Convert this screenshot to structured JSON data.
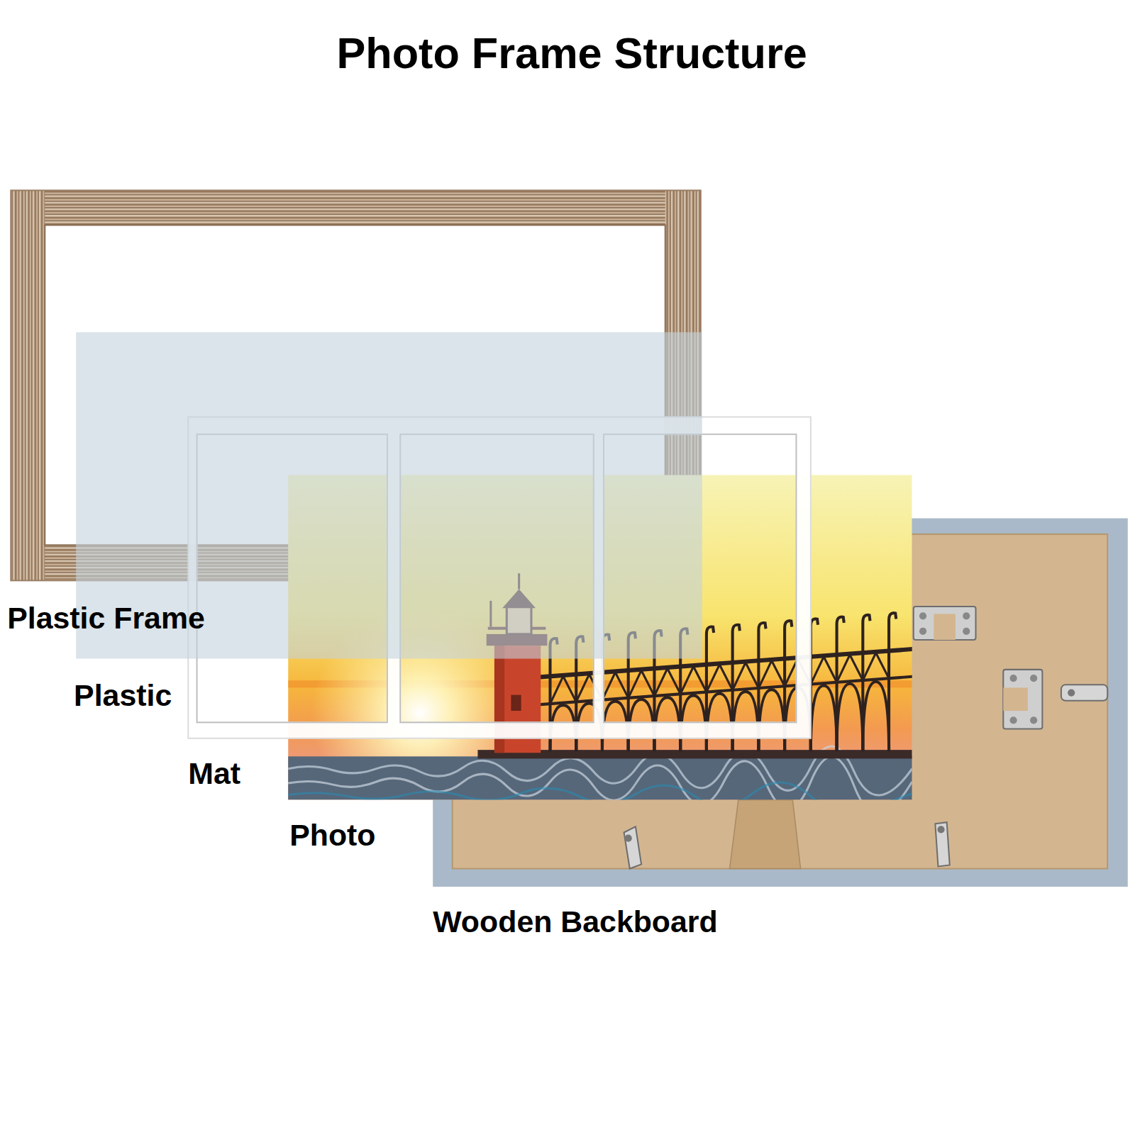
{
  "diagram": {
    "title": "Photo Frame Structure",
    "labels": [
      "Plastic Frame",
      "Plastic",
      "Mat",
      "Photo",
      "Wooden Backboard"
    ]
  }
}
